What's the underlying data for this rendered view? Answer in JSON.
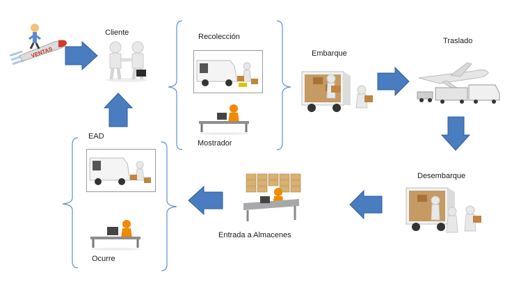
{
  "labels": {
    "cliente": "Cliente",
    "recoleccion": "Recolección",
    "mostrador": "Mostrador",
    "embarque": "Embarque",
    "traslado": "Traslado",
    "desembarque": "Desembarque",
    "entrada": "Entrada a Almacenes",
    "ead": "EAD",
    "ocurre": "Ocurre"
  },
  "rocket_text": "VENTAS",
  "colors": {
    "arrow_fill": "#4a7cc0",
    "arrow_stroke": "#2f5d9a",
    "bracket": "#5b8fd6",
    "frame": "#9a9a9a",
    "figure": "#e8e8e8",
    "worker_orange": "#f08a00",
    "truck_brown": "#c0853f"
  },
  "icons": [
    "rocket-icon",
    "handshake-icon",
    "van-pickup-icon",
    "counter-worker-icon",
    "truck-loading-icon",
    "plane-trucks-icon",
    "truck-unloading-icon",
    "warehouse-boxes-icon",
    "van-delivery-icon",
    "office-desk-icon"
  ]
}
